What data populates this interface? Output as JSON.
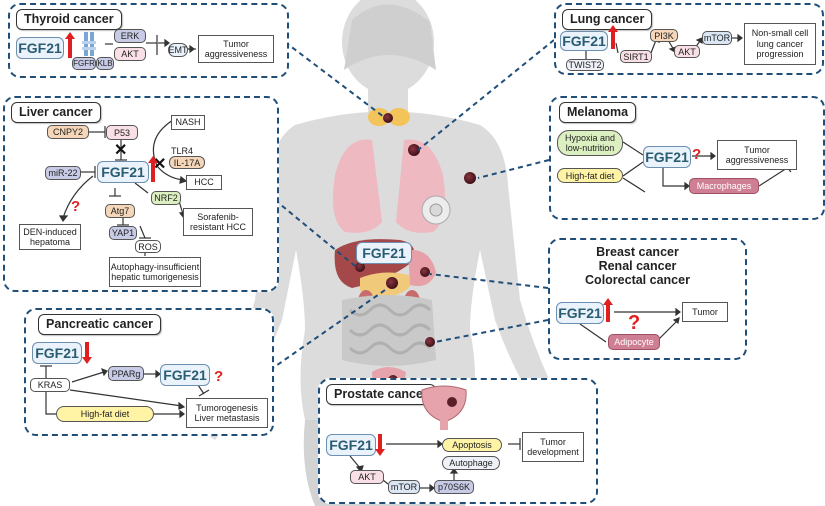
{
  "center_label": "FGF21",
  "thyroid": {
    "title": "Thyroid cancer",
    "fgf21": "FGF21",
    "fgfr": "FGFR",
    "klb": "KLB",
    "erk": "ERK",
    "akt": "AKT",
    "emt": "EMT",
    "outcome": "Tumor aggressiveness"
  },
  "lung": {
    "title": "Lung cancer",
    "fgf21": "FGF21",
    "twist2": "TWIST2",
    "sirt1": "SIRT1",
    "pi3k": "PI3K",
    "akt": "AKT",
    "mtor": "mTOR",
    "outcome": "Non-small cell lung cancer progression"
  },
  "liver": {
    "title": "Liver cancer",
    "fgf21": "FGF21",
    "cnpy2": "CNPY2",
    "p53": "P53",
    "nash": "NASH",
    "tlr4": "TLR4",
    "il17a": "IL-17A",
    "hcc": "HCC",
    "mir22": "miR-22",
    "nrf2": "NRF2",
    "atg7": "Atg7",
    "yap1": "YAP1",
    "ros": "ROS",
    "den": "DEN-induced hepatoma",
    "sorafenib": "Sorafenib-resistant HCC",
    "autophagy": "Autophagy-insufficient hepatic tumorigenesis",
    "q": "?"
  },
  "melanoma": {
    "title": "Melanoma",
    "fgf21": "FGF21",
    "hypoxia": "Hypoxia and low-nutrition",
    "hfd": "High-fat diet",
    "macrophages": "Macrophages",
    "outcome": "Tumor aggressiveness",
    "q": "?"
  },
  "breast": {
    "title1": "Breast cancer",
    "title2": "Renal cancer",
    "title3": "Colorectal cancer",
    "fgf21": "FGF21",
    "adipocyte": "Adipocyte",
    "outcome": "Tumor",
    "q": "?"
  },
  "pancreatic": {
    "title": "Pancreatic cancer",
    "fgf21": "FGF21",
    "fgf21b": "FGF21",
    "kras": "KRAS",
    "pparg": "PPARg",
    "hfd": "High-fat diet",
    "outcome": "Tumorogenesis Liver metastasis",
    "q": "?"
  },
  "prostate": {
    "title": "Prostate cancer",
    "fgf21": "FGF21",
    "apoptosis": "Apoptosis",
    "autophage": "Autophage",
    "akt": "AKT",
    "mtor": "mTOR",
    "p70s6k": "p70S6K",
    "outcome": "Tumor development"
  },
  "colors": {
    "panel_border": "#1f4e79",
    "up_down_arrow": "#e02020",
    "body_silhouette": "#d7d7d7",
    "lung": "#f2b7c0",
    "liver": "#a5484a",
    "tumor": "#5a1f28"
  }
}
